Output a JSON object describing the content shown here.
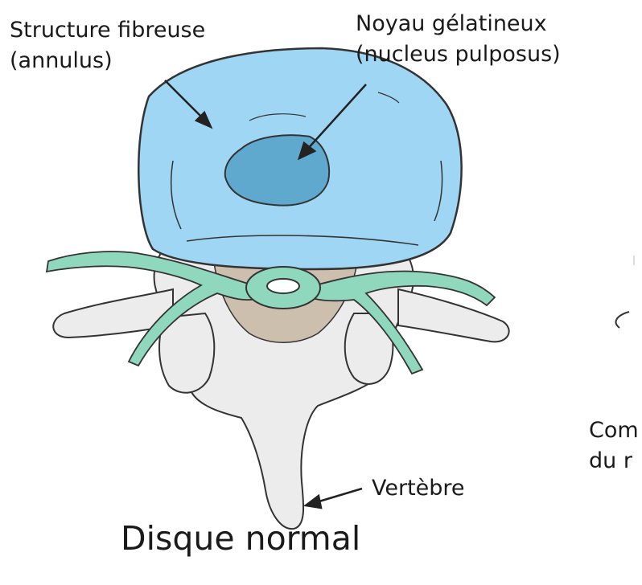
{
  "labels": {
    "annulus_line1": "Structure fibreuse",
    "annulus_line2": "(annulus)",
    "nucleus_line1": "Noyau gélatineux",
    "nucleus_line2": "(nucleus pulposus)",
    "vertebra": "Vertèbre",
    "caption": "Disque normal",
    "cropped_line1": "Com",
    "cropped_line2": "du r"
  },
  "colors": {
    "annulus_fill": "#9fd6f4",
    "nucleus_fill": "#5fa9cf",
    "nerve_fill": "#8fd8bd",
    "bone_fill": "#ececec",
    "canal_fill": "#cdbfae",
    "outline": "#333333"
  }
}
